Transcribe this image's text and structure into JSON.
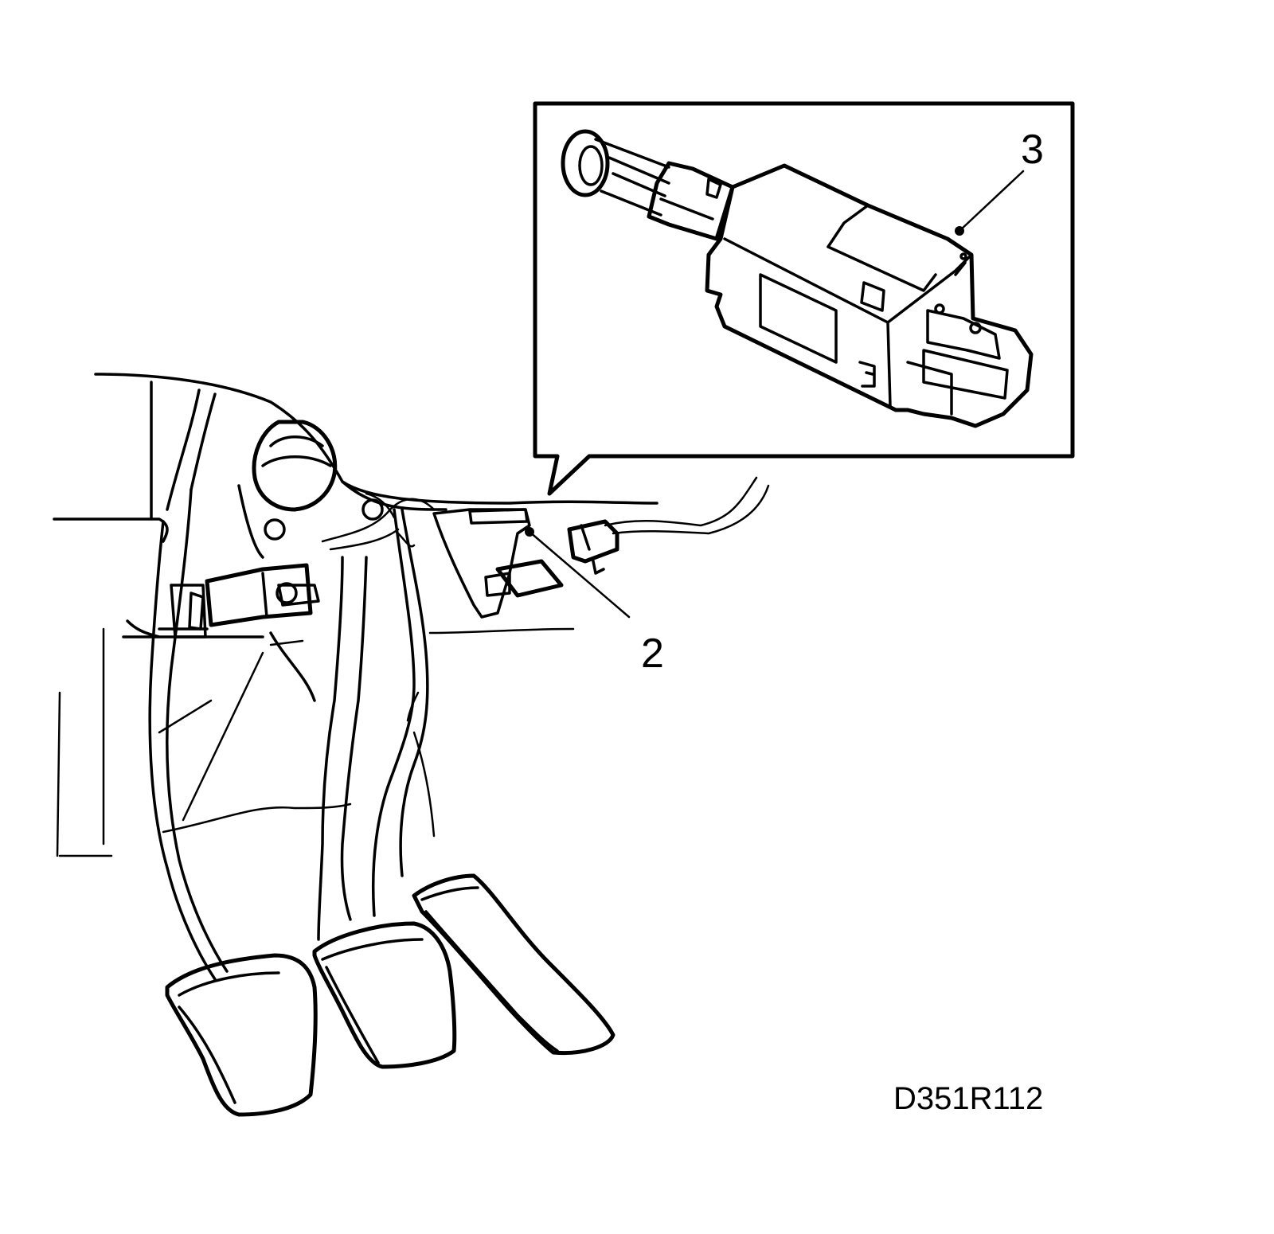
{
  "callouts": {
    "callout_2": "2",
    "callout_3": "3"
  },
  "figure_reference": "D351R112"
}
